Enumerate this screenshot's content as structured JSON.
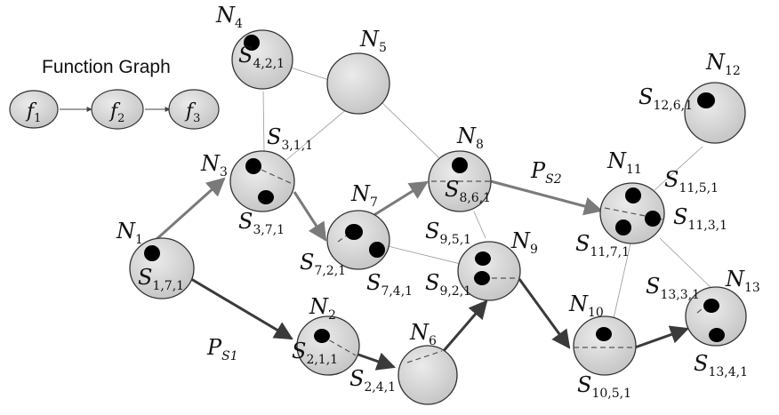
{
  "function_graph": {
    "title": "Function Graph",
    "functions": [
      {
        "letter": "f",
        "index": "1"
      },
      {
        "letter": "f",
        "index": "2"
      },
      {
        "letter": "f",
        "index": "3"
      }
    ]
  },
  "nodes": [
    {
      "id": "N1",
      "letter": "N",
      "index": "1"
    },
    {
      "id": "N2",
      "letter": "N",
      "index": "2"
    },
    {
      "id": "N3",
      "letter": "N",
      "index": "3"
    },
    {
      "id": "N4",
      "letter": "N",
      "index": "4"
    },
    {
      "id": "N5",
      "letter": "N",
      "index": "5"
    },
    {
      "id": "N6",
      "letter": "N",
      "index": "6"
    },
    {
      "id": "N7",
      "letter": "N",
      "index": "7"
    },
    {
      "id": "N8",
      "letter": "N",
      "index": "8"
    },
    {
      "id": "N9",
      "letter": "N",
      "index": "9"
    },
    {
      "id": "N10",
      "letter": "N",
      "index": "10"
    },
    {
      "id": "N11",
      "letter": "N",
      "index": "11"
    },
    {
      "id": "N12",
      "letter": "N",
      "index": "12"
    },
    {
      "id": "N13",
      "letter": "N",
      "index": "13"
    }
  ],
  "services": [
    {
      "letter": "S",
      "index": "1,7,1"
    },
    {
      "letter": "S",
      "index": "2,1,1"
    },
    {
      "letter": "S",
      "index": "2,4,1"
    },
    {
      "letter": "S",
      "index": "3,1,1"
    },
    {
      "letter": "S",
      "index": "3,7,1"
    },
    {
      "letter": "S",
      "index": "4,2,1"
    },
    {
      "letter": "S",
      "index": "7,2,1"
    },
    {
      "letter": "S",
      "index": "7,4,1"
    },
    {
      "letter": "S",
      "index": "8,6,1"
    },
    {
      "letter": "S",
      "index": "9,5,1"
    },
    {
      "letter": "S",
      "index": "9,2,1"
    },
    {
      "letter": "S",
      "index": "10,5,1"
    },
    {
      "letter": "S",
      "index": "11,5,1"
    },
    {
      "letter": "S",
      "index": "11,3,1"
    },
    {
      "letter": "S",
      "index": "11,7,1"
    },
    {
      "letter": "S",
      "index": "12,6,1"
    },
    {
      "letter": "S",
      "index": "13,3,1"
    },
    {
      "letter": "S",
      "index": "13,4,1"
    }
  ],
  "paths": [
    {
      "letter": "P",
      "index": "S1"
    },
    {
      "letter": "P",
      "index": "S2"
    }
  ],
  "colors": {
    "node_fill": "#d3d3d3",
    "node_stroke": "#333333",
    "path_s1": "#3a3a3a",
    "path_s2": "#7a7a7a",
    "link": "#999999"
  }
}
